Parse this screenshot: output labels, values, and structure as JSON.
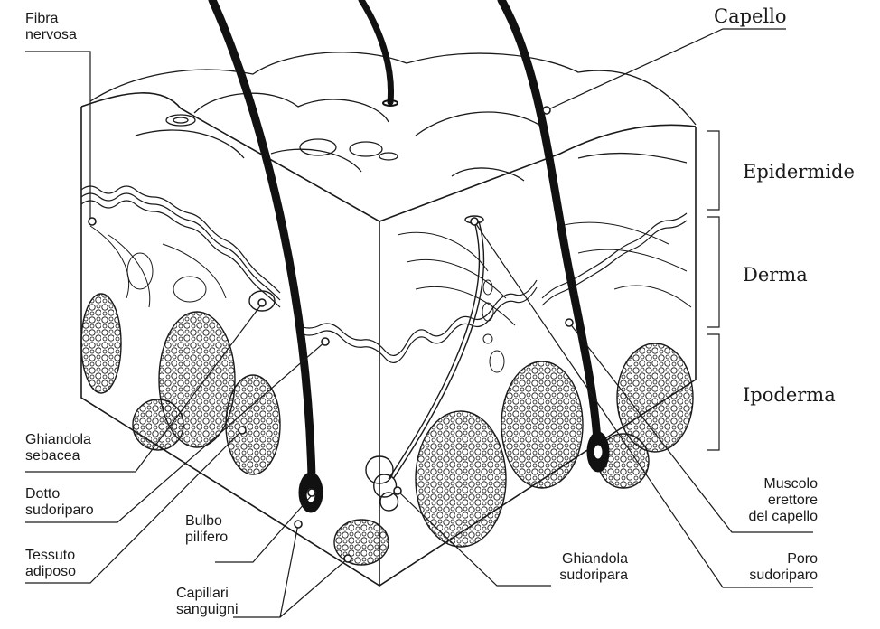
{
  "labels": {
    "fibra_nervosa": [
      "Fibra",
      "nervosa"
    ],
    "capello": "Capello",
    "epidermide": "Epidermide",
    "derma": "Derma",
    "ipoderma": "Ipoderma",
    "ghiandola_sebacea": [
      "Ghiandola",
      "sebacea"
    ],
    "dotto_sudoriparo": [
      "Dotto",
      "sudoriparo"
    ],
    "bulbo_pilifero": [
      "Bulbo",
      "pilifero"
    ],
    "tessuto_adiposo": [
      "Tessuto",
      "adiposo"
    ],
    "capillari_sanguigni": [
      "Capillari",
      "sanguigni"
    ],
    "ghiandola_sudoripara": [
      "Ghiandola",
      "sudoripara"
    ],
    "muscolo_erettore": [
      "Muscolo",
      "erettore",
      "del capello"
    ],
    "poro_sudoriparo": [
      "Poro",
      "sudoriparo"
    ]
  },
  "colors": {
    "ink": "#1a1a1a",
    "hair": "#111111",
    "background": "#ffffff"
  }
}
